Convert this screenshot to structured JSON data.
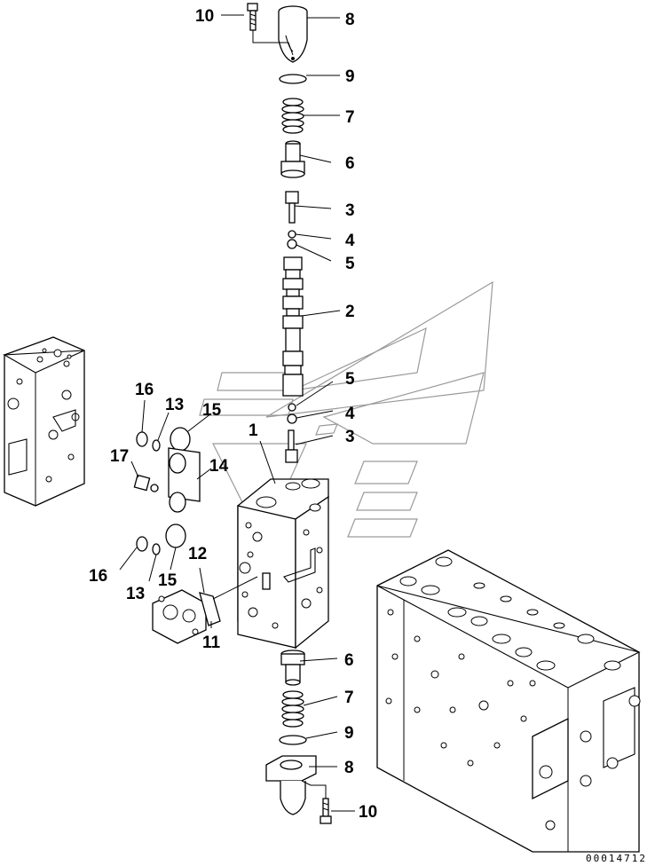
{
  "callouts": {
    "p10a": "10",
    "p8a": "8",
    "p9a": "9",
    "p7a": "7",
    "p6a": "6",
    "p3a": "3",
    "p4a": "4",
    "p5a": "5",
    "p2": "2",
    "p5b": "5",
    "p4b": "4",
    "p3b": "3",
    "p1": "1",
    "p16a": "16",
    "p13a": "13",
    "p15a": "15",
    "p17": "17",
    "p14": "14",
    "p16b": "16",
    "p13b": "13",
    "p15b": "15",
    "p12": "12",
    "p11": "11",
    "p6b": "6",
    "p7b": "7",
    "p9b": "9",
    "p8b": "8",
    "p10b": "10"
  },
  "document_number": "00014712"
}
